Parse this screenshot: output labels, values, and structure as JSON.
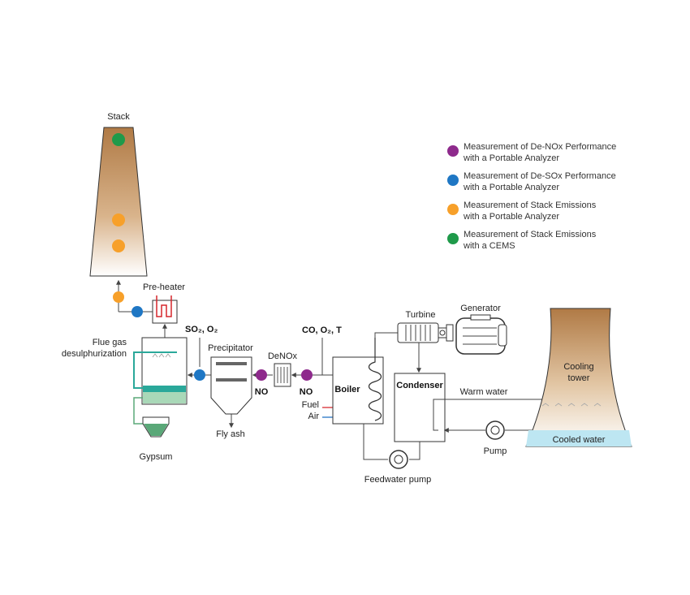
{
  "colors": {
    "purple": "#8e2a8c",
    "blue": "#1f77c4",
    "orange": "#f7a02a",
    "green": "#1f9a4a",
    "teal": "#2aa89a",
    "gypsum": "#5aa878",
    "fuel_arrow": "#d6262b",
    "air_arrow": "#1f6fc4",
    "cooled_water": "#bde6f2"
  },
  "labels": {
    "stack": "Stack",
    "preheater": "Pre-heater",
    "fgd_line1": "Flue gas",
    "fgd_line2": "desulphurization",
    "gypsum": "Gypsum",
    "so2_o2": "SO₂, O₂",
    "precipitator": "Precipitator",
    "fly_ash": "Fly ash",
    "denox": "DeNOx",
    "no_left": "NO",
    "no_right": "NO",
    "co_o2_t": "CO, O₂, T",
    "fuel": "Fuel",
    "air": "Air",
    "boiler": "Boiler",
    "turbine": "Turbine",
    "generator": "Generator",
    "condenser": "Condenser",
    "feedwater_pump": "Feedwater pump",
    "warm_water": "Warm water",
    "pump": "Pump",
    "cooling_tower_line1": "Cooling",
    "cooling_tower_line2": "tower",
    "cooled_water": "Cooled water"
  },
  "legend": [
    {
      "color": "purple",
      "line1": "Measurement of De-NOx Performance",
      "line2": "with a Portable Analyzer"
    },
    {
      "color": "blue",
      "line1": "Measurement of De-SOx Performance",
      "line2": "with a Portable Analyzer"
    },
    {
      "color": "orange",
      "line1": "Measurement of Stack Emissions",
      "line2": "with a Portable Analyzer"
    },
    {
      "color": "green",
      "line1": "Measurement of Stack Emissions",
      "line2": "with a CEMS"
    }
  ]
}
